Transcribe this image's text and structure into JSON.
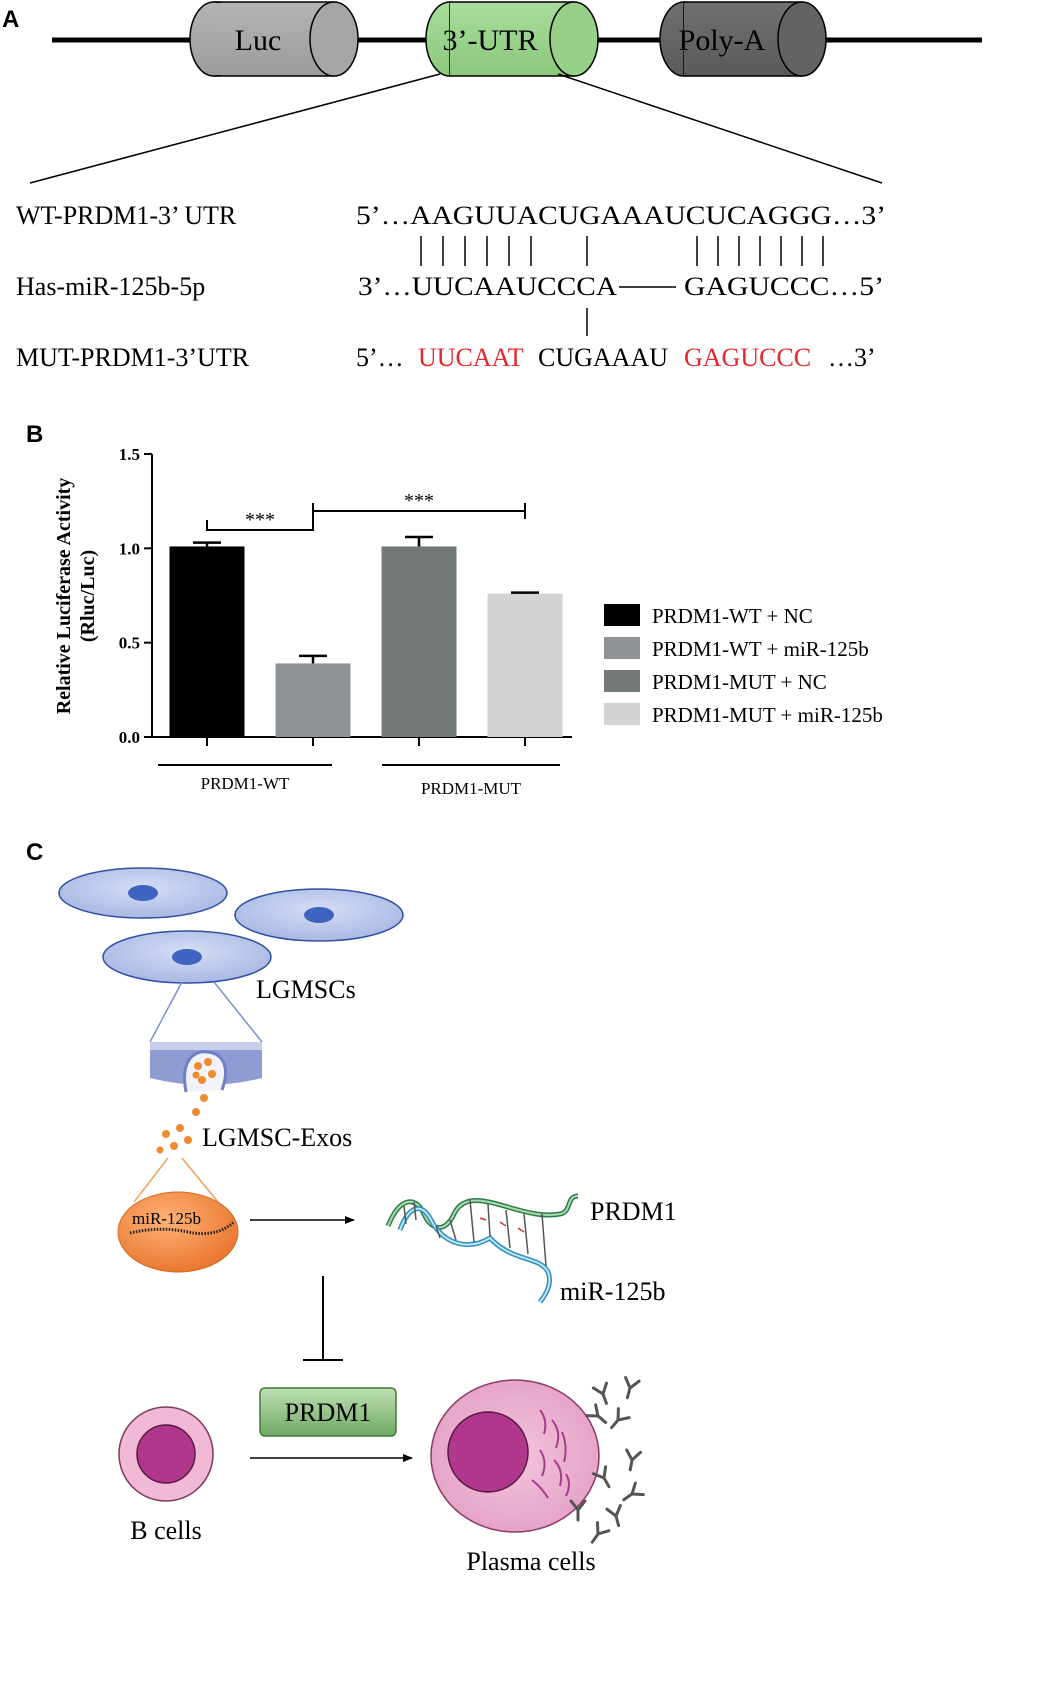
{
  "panel_labels": {
    "a": "A",
    "b": "B",
    "c": "C"
  },
  "construct": {
    "luc": "Luc",
    "utr": "3’-UTR",
    "polya": "Poly-A"
  },
  "alignment": {
    "wt_name": "WT-PRDM1-3’ UTR",
    "mir_name": "Has-miR-125b-5p",
    "mut_name": "MUT-PRDM1-3’UTR",
    "wt_seq": "5’…AAGUUACUGAAAUCUCAGGG…3’",
    "mir_seq_left": "3’…UUCAAUCCCA",
    "mir_seq_right": "GAGUCCC…5’",
    "mut_prefix": "5’… ",
    "mut_red_1": "UUCAAT",
    "mut_mid": "CUGAAAU",
    "mut_red_2": "GAGUCCC",
    "mut_suffix": "…3’",
    "mutation_color": "#e8262b"
  },
  "chart_data": {
    "type": "bar",
    "ylabel_line1": "Relative Luciferase Activity",
    "ylabel_line2": "(Rluc/Luc)",
    "ylim": [
      0,
      1.5
    ],
    "yticks": [
      "0.0",
      "0.5",
      "1.0",
      "1.5"
    ],
    "series": [
      {
        "name": "PRDM1-WT + NC",
        "value": 1.01,
        "error": 0.02,
        "color": "#000000"
      },
      {
        "name": "PRDM1-WT + miR-125b",
        "value": 0.39,
        "error": 0.04,
        "color": "#8f9395"
      },
      {
        "name": "PRDM1-MUT + NC",
        "value": 1.01,
        "error": 0.05,
        "color": "#737879"
      },
      {
        "name": "PRDM1-MUT + miR-125b",
        "value": 0.76,
        "error": 0.005,
        "color": "#d2d3d3"
      }
    ],
    "groups": [
      "PRDM1-WT",
      "PRDM1-MUT"
    ],
    "significance": [
      "***",
      "***"
    ]
  },
  "schematic": {
    "lgmsc_label": "LGMSCs",
    "exos_label": "LGMSC-Exos",
    "mir_label": "miR-125b",
    "prdm1_label": "PRDM1",
    "mir_strand_label": "miR-125b",
    "prdm1_box_label": "PRDM1",
    "bcell_label": "B cells",
    "plasma_label": "Plasma cells"
  }
}
